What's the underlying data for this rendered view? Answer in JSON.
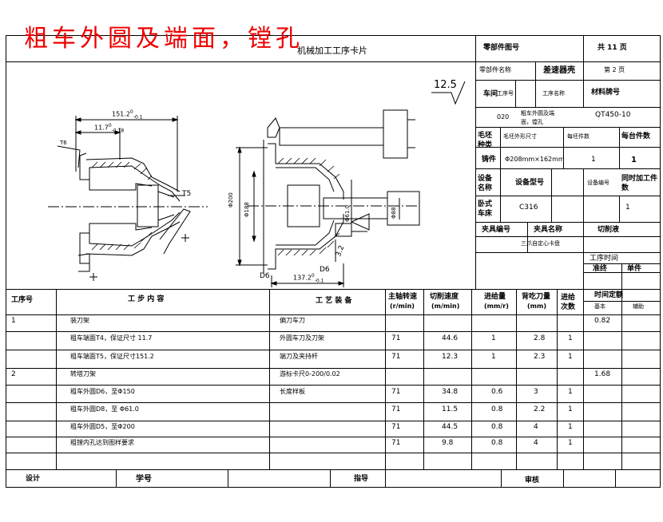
{
  "overlay_title": "粗车外圆及端面，镗孔",
  "header": {
    "card_title": "机械加工工序卡片",
    "part_drawing_no_label": "零部件图号",
    "total_pages": "共 11 页",
    "part_name_label": "零部件名称",
    "part_name": "差速器壳",
    "page_no": "第 2 页",
    "workshop_label": "车间",
    "process_no_label": "工序号",
    "process_name_label": "工序名称",
    "material_label": "材料牌号",
    "process_no": "020",
    "process_name": "粗车外圆及端面，镗孔",
    "material": "QT450-10",
    "blank_type_label": "毛坯种类",
    "blank_size_label": "毛坯外形尺寸",
    "per_blank_label": "每坯件数",
    "per_unit_label": "每台件数",
    "blank_type": "铸件",
    "blank_size": "Φ208mm×162mm",
    "per_blank": "1",
    "per_unit": "1",
    "equip_name_label": "设备名称",
    "equip_model_label": "设备型号",
    "equip_no_label": "设备编号",
    "parallel_label": "同时加工件数",
    "equip_name": "卧式车床",
    "equip_model": "C316",
    "parallel": "1",
    "fixture_no_label": "夹具编号",
    "fixture_name_label": "夹具名称",
    "coolant_label": "切削液",
    "fixture_name": "三爪自定心卡盘",
    "time_label": "工序时间",
    "time_quota_label": "准终",
    "time_unit_label": "单件"
  },
  "drawing": {
    "roughness": "12.5",
    "dim_151": "151.2",
    "dim_151_sup": "0",
    "dim_151_sub": "-0.1",
    "dim_117": "11.7",
    "dim_117_sup": "0",
    "dim_117_sub": "-0.18",
    "label_t5": "T5",
    "label_t6": "T6",
    "label_d6": "D6",
    "label_d6b": "D6",
    "dim_phi200": "Φ200",
    "dim_phi188": "Φ188",
    "dim_phi61": "Φ61.0",
    "dim_phi88": "Φ88",
    "dim_137": "137.2",
    "dim_137_sup": "0",
    "dim_137_sub": "-0.1",
    "dim_32": "3.2"
  },
  "table": {
    "headers": {
      "step_no": "工序号",
      "step_content": "工 步 内 容",
      "equipment": "工 艺 装 备",
      "spindle": "主轴转速",
      "spindle_unit": "(r/min)",
      "cut_speed": "切削速度",
      "cut_speed_unit": "(m/min)",
      "feed": "进给量",
      "feed_unit": "(mm/r)",
      "depth": "背吃刀量",
      "depth_unit": "(mm)",
      "passes": "进给次数",
      "time_quota": "时间定额",
      "machine_time": "基本",
      "aux_time": "辅助"
    },
    "rows": [
      {
        "no": "1",
        "content": "装刀架",
        "equip": "偏刀车刀",
        "speed": "",
        "vc": "",
        "f": "",
        "ap": "",
        "n": "",
        "t": "0.82"
      },
      {
        "no": "",
        "content": "粗车端面T4，保证尺寸 11.7",
        "equip": "外圆车刀及刀架",
        "speed": "71",
        "vc": "44.6",
        "f": "1",
        "ap": "2.8",
        "n": "1",
        "t": ""
      },
      {
        "no": "",
        "content": "粗车端面T5，保证尺寸151.2",
        "equip": "端刀及夹持杆",
        "speed": "71",
        "vc": "12.3",
        "f": "1",
        "ap": "2.3",
        "n": "1",
        "t": ""
      },
      {
        "no": "2",
        "content": "转塔刀架",
        "equip": "游标卡尺0-200/0.02",
        "speed": "",
        "vc": "",
        "f": "",
        "ap": "",
        "n": "",
        "t": "1.68"
      },
      {
        "no": "",
        "content": "粗车外圆D6，至Φ150",
        "equip": "长度样板",
        "speed": "71",
        "vc": "34.8",
        "f": "0.6",
        "ap": "3",
        "n": "1",
        "t": ""
      },
      {
        "no": "",
        "content": "粗车外圆D8，至 Φ61.0",
        "equip": "",
        "speed": "71",
        "vc": "11.5",
        "f": "0.8",
        "ap": "2.2",
        "n": "1",
        "t": ""
      },
      {
        "no": "",
        "content": "粗车外圆D5，至Φ200",
        "equip": "",
        "speed": "71",
        "vc": "44.5",
        "f": "0.8",
        "ap": "4",
        "n": "1",
        "t": ""
      },
      {
        "no": "",
        "content": "粗镗内孔达到图样要求",
        "equip": "",
        "speed": "71",
        "vc": "9.8",
        "f": "0.8",
        "ap": "4",
        "n": "1",
        "t": ""
      }
    ],
    "footer": {
      "design": "设计",
      "student_no": "学号",
      "advisor": "指导",
      "review": "审核"
    }
  }
}
